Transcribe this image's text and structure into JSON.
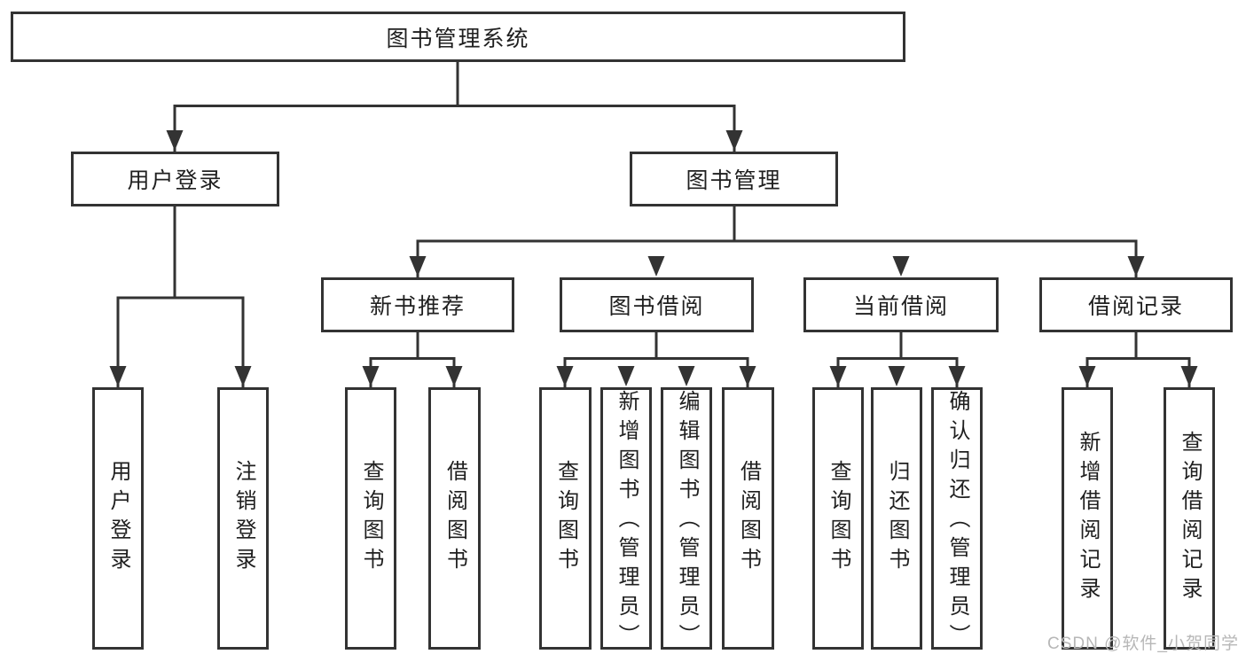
{
  "colors": {
    "line": "#333333",
    "node_text": "#1f1f1f",
    "background": "#ffffff",
    "watermark": "#b7b7b7"
  },
  "watermark": {
    "text": "CSDN @软件_小贺同学"
  },
  "tree": {
    "root": {
      "label": "图书管理系统"
    },
    "branches": [
      {
        "label": "用户登录",
        "children": [
          {
            "label": "用户登录"
          },
          {
            "label": "注销登录"
          }
        ]
      },
      {
        "label": "图书管理",
        "children": [
          {
            "label": "新书推荐",
            "children": [
              {
                "label": "查询图书"
              },
              {
                "label": "借阅图书"
              }
            ]
          },
          {
            "label": "图书借阅",
            "children": [
              {
                "label": "查询图书"
              },
              {
                "label": "新增图书（管理员）"
              },
              {
                "label": "编辑图书（管理员）"
              },
              {
                "label": "借阅图书"
              }
            ]
          },
          {
            "label": "当前借阅",
            "children": [
              {
                "label": "查询图书"
              },
              {
                "label": "归还图书"
              },
              {
                "label": "确认归还（管理员）"
              }
            ]
          },
          {
            "label": "借阅记录",
            "children": [
              {
                "label": "新增借阅记录"
              },
              {
                "label": "查询借阅记录"
              }
            ]
          }
        ]
      }
    ]
  }
}
